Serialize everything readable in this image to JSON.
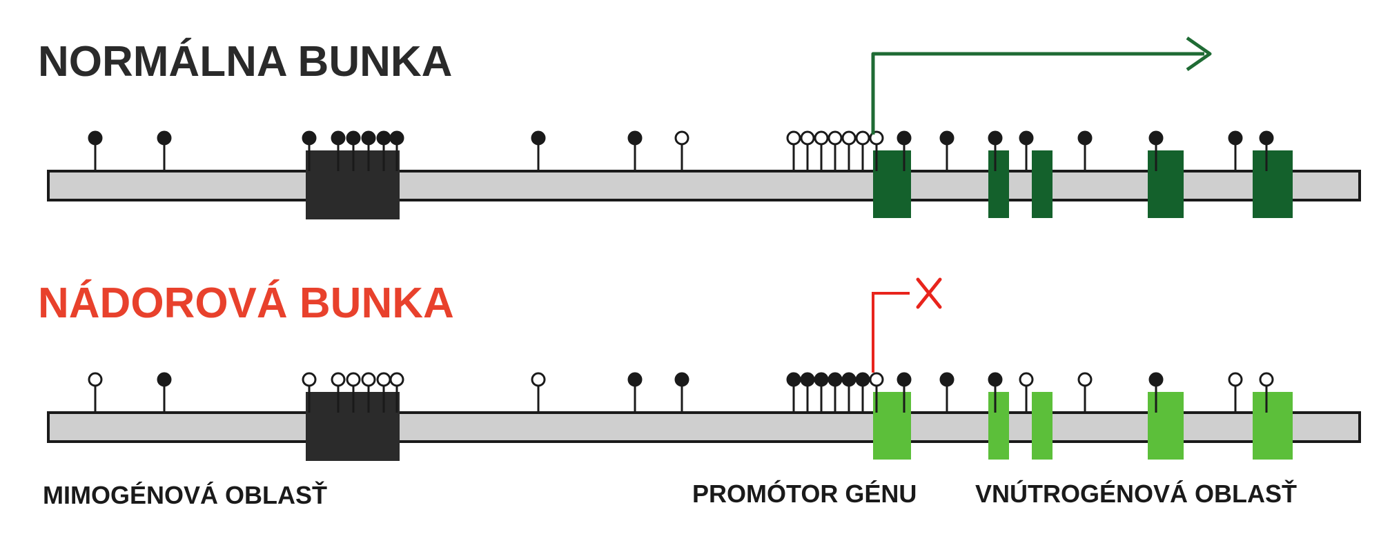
{
  "colors": {
    "normal_title": "#2a2a2a",
    "tumor_title": "#e8412c",
    "strand_fill": "#cfcfcf",
    "strand_edge": "#1a1a1a",
    "block": "#2b2b2b",
    "exon_normal": "#14612c",
    "exon_tumor": "#5cbf3a",
    "arrow_normal": "#1f6b34",
    "arrow_tumor": "#e8241c",
    "methylated": "#1a1a1a",
    "unmethylated": "#ffffff"
  },
  "normal": {
    "title": "NORMÁLNA BUNKA",
    "methylation": [
      1,
      1,
      1,
      1,
      1,
      1,
      1,
      1,
      1,
      1,
      0,
      0,
      0,
      0,
      0,
      0,
      0,
      0,
      1,
      1,
      1,
      1,
      1,
      1,
      1,
      1
    ]
  },
  "tumor": {
    "title": "NÁDOROVÁ BUNKA",
    "methylation": [
      0,
      1,
      0,
      0,
      0,
      0,
      0,
      0,
      0,
      1,
      1,
      1,
      1,
      1,
      1,
      1,
      1,
      0,
      1,
      1,
      1,
      0,
      0,
      1,
      0,
      0
    ]
  },
  "labels": {
    "intergenic": "MIMOGÉNOVÁ OBLASŤ",
    "promoter": "PROMÓTOR GÉNU",
    "intragenic": "VNÚTROGÉNOVÁ OBLASŤ"
  }
}
